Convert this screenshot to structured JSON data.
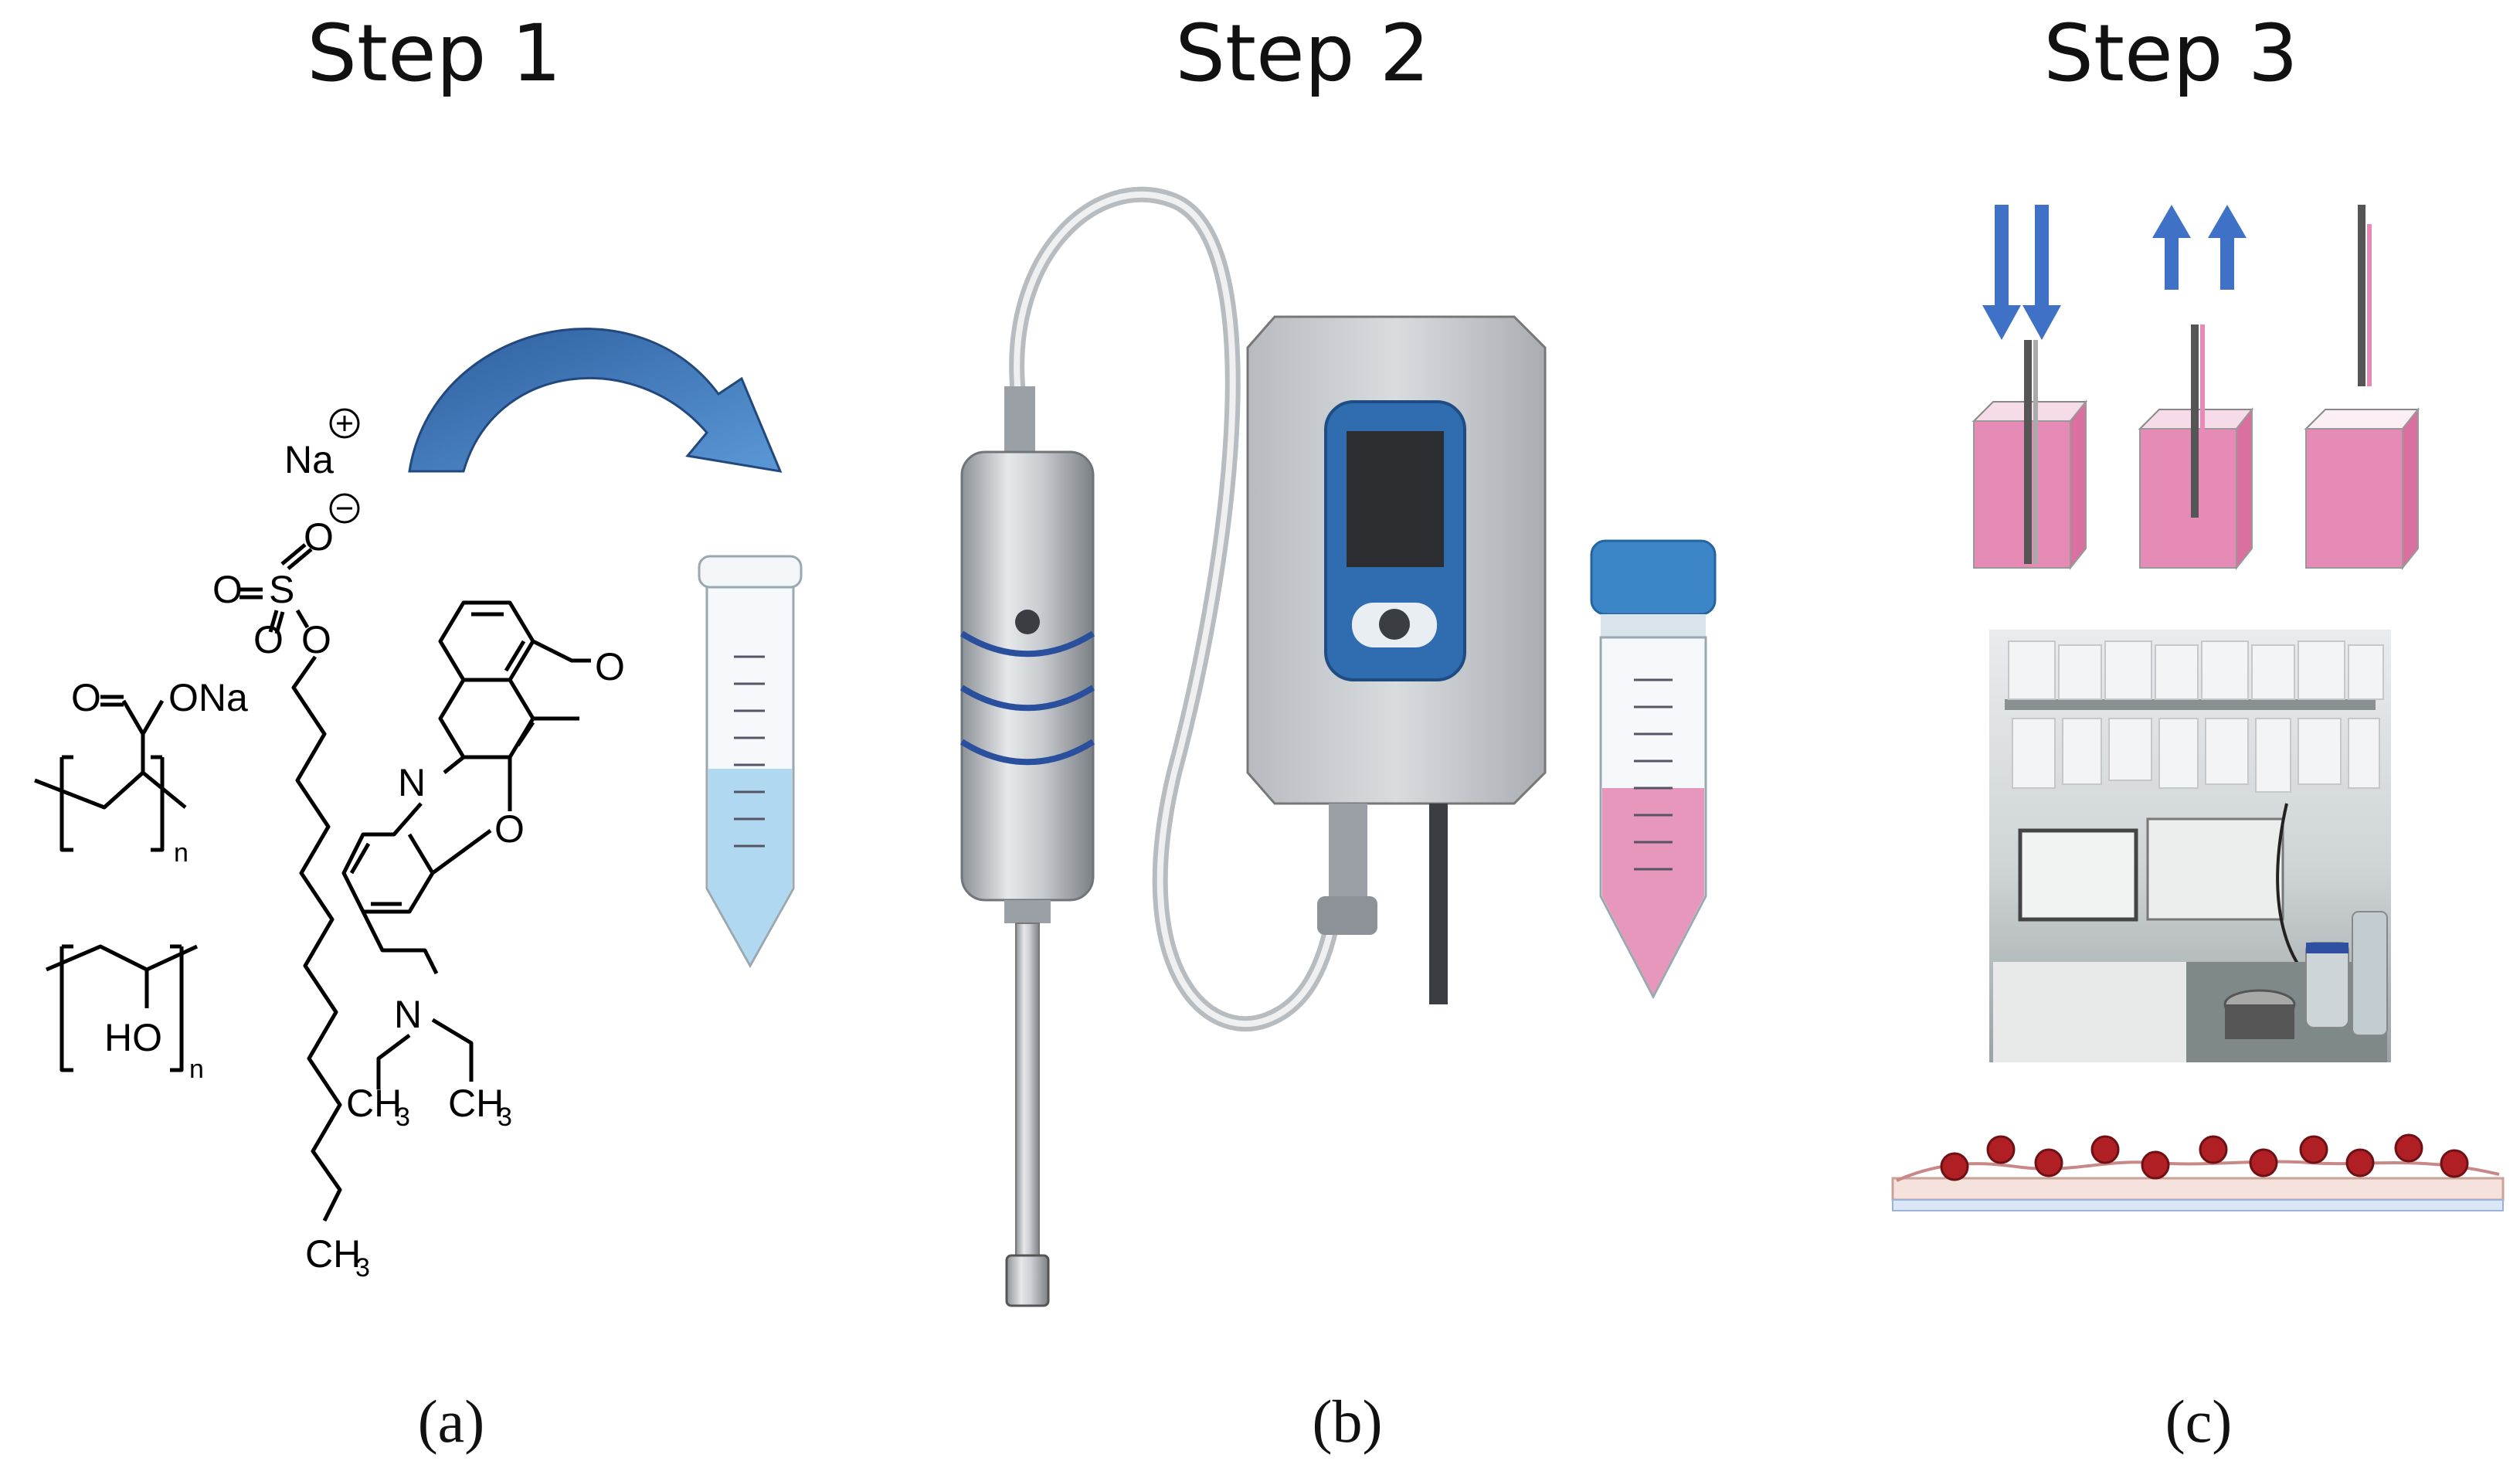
{
  "steps": {
    "step1_title": "Step 1",
    "step2_title": "Step 2",
    "step3_title": "Step 3"
  },
  "panel_labels": {
    "a": "(a)",
    "b": "(b)",
    "c": "(c)"
  },
  "chemistry": {
    "na_plus": "Na",
    "ona": "ONa",
    "o_label": "O",
    "s_label": "S",
    "n_label": "N",
    "ho_label": "HO",
    "ch3": "CH",
    "three": "3",
    "subscript_n": "n"
  },
  "colors": {
    "arrow_blue": "#3d6fb4",
    "liquid_blue": "#a8d4ee",
    "liquid_pink": "#e58bb5",
    "cap_blue": "#3c86c8",
    "device_gray": "#c4c8cc",
    "screen_blue": "#2f6db0",
    "ring_blue": "#2a4f9c",
    "bead_red": "#b01f24"
  }
}
